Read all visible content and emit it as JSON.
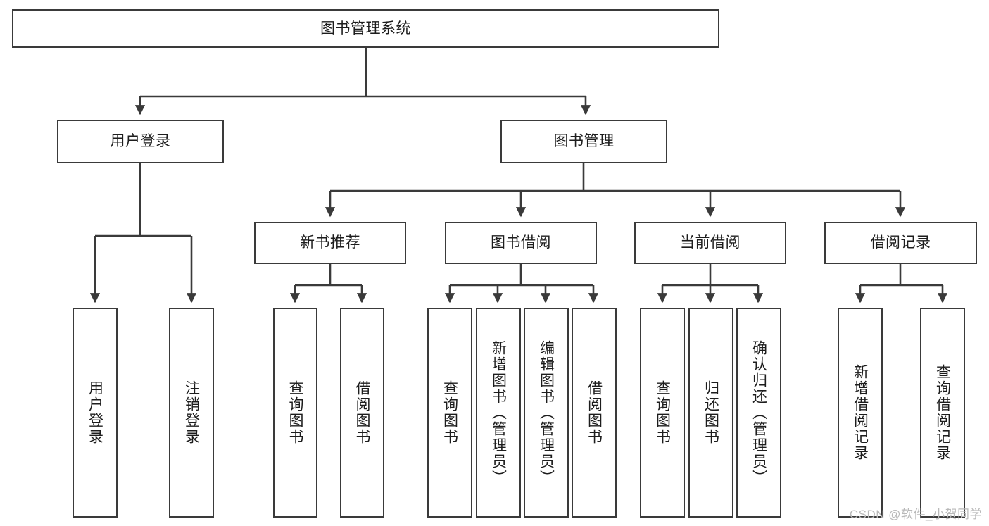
{
  "diagram": {
    "title": "图书管理系统",
    "watermark": "CSDN @软件_小贺同学",
    "root": {
      "label": "图书管理系统"
    },
    "level1": [
      {
        "label": "用户登录"
      },
      {
        "label": "图书管理"
      }
    ],
    "level2": [
      {
        "label": "新书推荐"
      },
      {
        "label": "图书借阅"
      },
      {
        "label": "当前借阅"
      },
      {
        "label": "借阅记录"
      }
    ],
    "leaves": {
      "user_login": [
        {
          "label": "用户登录"
        },
        {
          "label": "注销登录"
        }
      ],
      "new_book_recommend": [
        {
          "label": "查询图书"
        },
        {
          "label": "借阅图书"
        }
      ],
      "book_borrow": [
        {
          "label": "查询图书"
        },
        {
          "label": "新增图书（管理员）"
        },
        {
          "label": "编辑图书（管理员）"
        },
        {
          "label": "借阅图书"
        }
      ],
      "current_borrow": [
        {
          "label": "查询图书"
        },
        {
          "label": "归还图书"
        },
        {
          "label": "确认归还（管理员）"
        }
      ],
      "borrow_records": [
        {
          "label": "新增借阅记录"
        },
        {
          "label": "查询借阅记录"
        }
      ]
    },
    "colors": {
      "stroke": "#3a3a3a",
      "text": "#1d1d1d",
      "background": "#ffffff",
      "watermark": "#b9b9b9"
    }
  }
}
